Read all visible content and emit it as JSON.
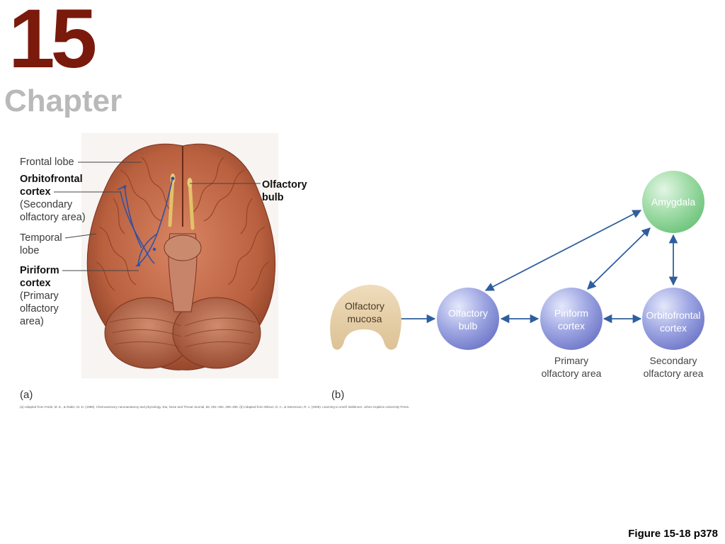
{
  "chapter": {
    "number": "15",
    "word": "Chapter"
  },
  "panel_a": {
    "label": "(a)",
    "labels": {
      "frontal_lobe": "Frontal lobe",
      "orbitofrontal_1": "Orbitofrontal",
      "orbitofrontal_2": "cortex",
      "orbitofrontal_sub_1": "(Secondary",
      "orbitofrontal_sub_2": "olfactory area)",
      "temporal_1": "Temporal",
      "temporal_2": "lobe",
      "piriform_1": "Piriform",
      "piriform_2": "cortex",
      "piriform_sub_1": "(Primary",
      "piriform_sub_2": "olfactory",
      "piriform_sub_3": "area)",
      "olfactory_bulb_1": "Olfactory",
      "olfactory_bulb_2": "bulb"
    }
  },
  "panel_b": {
    "label": "(b)",
    "nodes": {
      "mucosa": [
        "Olfactory",
        "mucosa"
      ],
      "bulb": [
        "Olfactory",
        "bulb"
      ],
      "piriform": [
        "Piriform",
        "cortex"
      ],
      "orbitofrontal": [
        "Orbitofrontal",
        "cortex"
      ],
      "amygdala": [
        "Amygdala"
      ]
    },
    "sublabels": {
      "primary": [
        "Primary",
        "olfactory area"
      ],
      "secondary": [
        "Secondary",
        "olfactory area"
      ]
    },
    "colors": {
      "blue_node": "#8f98dc",
      "green_node": "#8fd69a",
      "mucosa": "#e6cfa5",
      "arrow": "#2f5e9e"
    }
  },
  "credit": "(a) Adapted from Frank, M. E., & Rabin, M. D. (1989). Chemosensory neuroanatomy and physiology. Ear, Nose and Throat Journal, 68, 291–292, 295–296. (b) Adapted from Wilson, D. A., & Stevenson, R. J. (2006). Learning to smell. Baltimore: Johns Hopkins University Press.",
  "caption": "Figure 15-18 p378"
}
